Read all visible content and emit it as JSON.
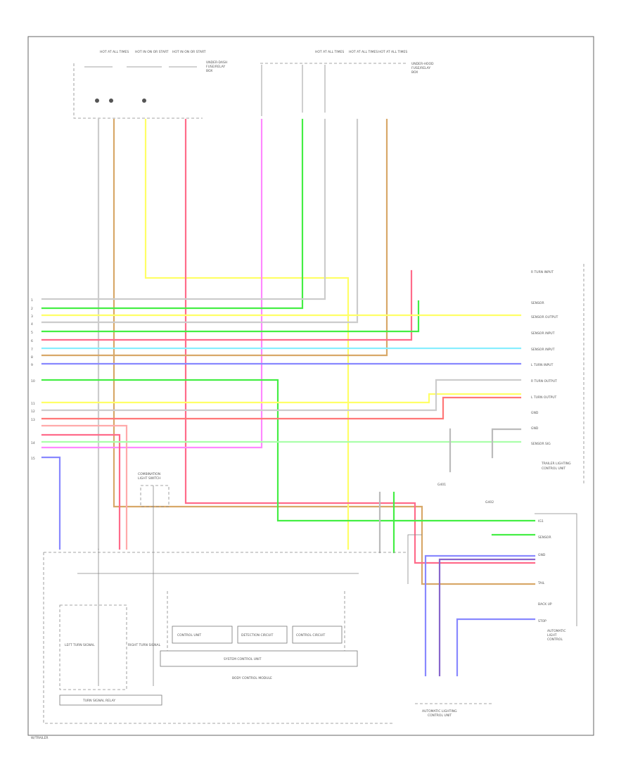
{
  "labels": {
    "fuse_top_left": [
      "HOT AT ALL TIMES",
      "HOT IN ON OR START",
      "HOT IN ON OR START"
    ],
    "fuse_top_right": [
      "HOT AT ALL TIMES",
      "HOT AT ALL TIMES",
      "HOT AT ALL TIMES"
    ],
    "top_left_box": [
      "UNDER-DASH",
      "FUSE/RELAY",
      "BOX"
    ],
    "top_right_box": [
      "UNDER-HOOD",
      "FUSE/RELAY",
      "BOX"
    ],
    "left_pins": [
      "1",
      "2",
      "3",
      "4",
      "5",
      "6",
      "7",
      "8",
      "9",
      "10",
      "11",
      "12",
      "13",
      "14",
      "15"
    ],
    "right_connector": [
      "R TURN INPUT",
      "SENSOR",
      "SENSOR OUTPUT",
      "SENSOR INPUT",
      "SENSOR INPUT",
      "L TURN INPUT",
      "R TURN OUTPUT",
      "L TURN OUTPUT",
      "GND",
      "GND",
      "SENSOR SIG"
    ],
    "right_unit": [
      "TRAILER LIGHTING",
      "CONTROL UNIT"
    ],
    "mid_left": [
      "COMBINATION",
      "LIGHT SWITCH"
    ],
    "bottom_boxes": [
      "CONTROL UNIT",
      "DETECTION CIRCUIT",
      "CONTROL CIRCUIT"
    ],
    "bottom_caption": [
      "SYSTEM CONTROL UNIT"
    ],
    "bottom_sub": [
      "BODY CONTROL MODULE"
    ],
    "left_lamps": [
      "LEFT TURN SIGNAL",
      "RIGHT TURN SIGNAL"
    ],
    "lamp_box": [
      "TURN SIGNAL RELAY"
    ],
    "bottom_right_unit": [
      "AUTOMATIC",
      "LIGHT",
      "CONTROL"
    ],
    "bottom_right_caption": [
      "AUTOMATIC LIGHTING",
      "CONTROL UNIT"
    ],
    "ground_labels": [
      "G401",
      "G402"
    ],
    "right_connector_b": [
      "IG1",
      "SENSOR",
      "GND",
      "TAIL",
      "BACK UP",
      "STOP"
    ],
    "corner_note": [
      "W/TRAILER"
    ]
  }
}
